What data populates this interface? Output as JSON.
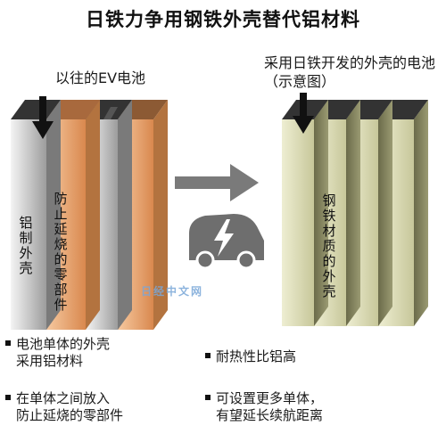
{
  "title": "日铁力争用钢铁外壳替代铝材料",
  "left": {
    "caption": "以往的EV电池",
    "label_aluminum": "铝制外壳",
    "label_part": "防止延烧的零部件"
  },
  "right": {
    "caption": "采用日铁开发的外壳的电池（示意图）",
    "label_steel": "钢铁材质的外壳"
  },
  "watermark": "日经中文网",
  "bullets": {
    "b1_line1": "电池单体的外壳",
    "b1_line2": "采用铝材料",
    "b2_line1": "在单体之间放入",
    "b2_line2": "防止延烧的零部件",
    "b3_line1": "耐热性比铝高",
    "b4_line1": "可设置更多单体，",
    "b4_line2": "有望延长续航距离"
  },
  "icons": {
    "arrow": "right-arrow-icon",
    "car": "electric-car-icon",
    "down": "down-arrow-icon"
  },
  "colors": {
    "aluminum_face": "#d8d8d8",
    "part_face": "#e9a46a",
    "steel_face": "#dcdcb2",
    "top_dark": "#333333"
  }
}
